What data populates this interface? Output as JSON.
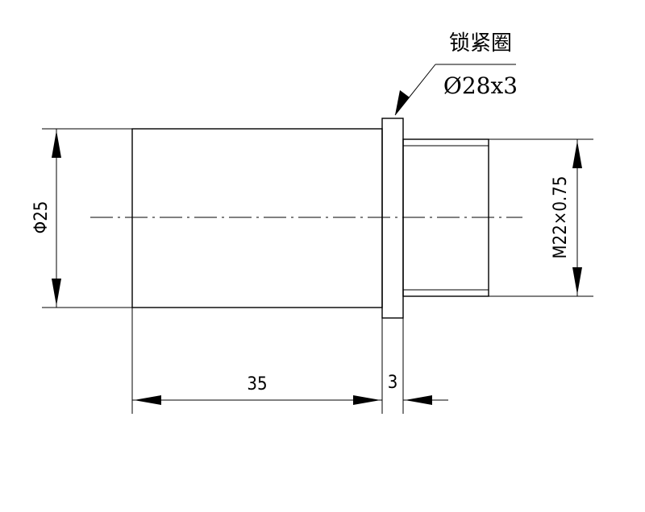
{
  "part": {
    "label": "锁紧圈",
    "spec": "Ø28x3"
  },
  "dimensions": {
    "body_diameter": "Φ25",
    "body_length": "35",
    "ring_thickness": "3",
    "thread": "M22×0.75"
  }
}
